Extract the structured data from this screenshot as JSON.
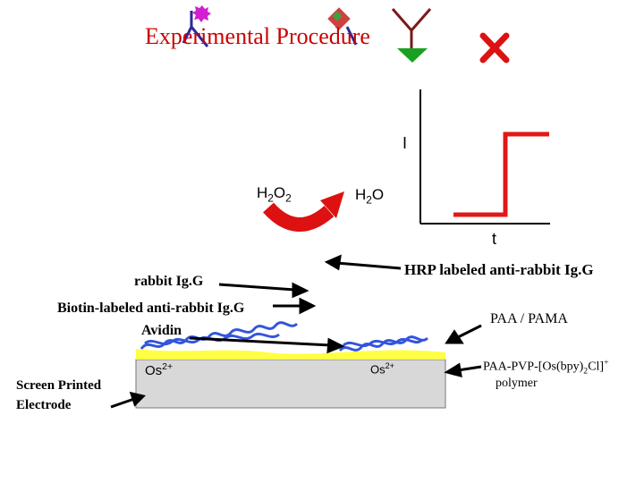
{
  "title": "Experimental Procedure",
  "graph": {
    "y_axis_label": "I",
    "x_axis_label": "t"
  },
  "reaction": {
    "reactant": "H",
    "reactant_sub": "2",
    "reactant_o": "O",
    "reactant_sub2": "2",
    "product": "H",
    "product_sub": "2",
    "product_o": "O"
  },
  "labels": {
    "hrp": "HRP labeled anti-rabbit Ig.G",
    "rabbit_igg": "rabbit Ig.G",
    "biotin": "Biotin-labeled anti-rabbit Ig.G",
    "avidin": "Avidin",
    "paa_pama": "PAA / PAMA",
    "polymer_prefix": "PAA-PVP-[Os(bpy)",
    "polymer_sub": "2",
    "polymer_mid": "Cl]",
    "polymer_sup": "+",
    "polymer_line2": "polymer",
    "electrode_line1": "Screen Printed",
    "electrode_line2": "Electrode",
    "os_left": "Os",
    "os_left_sup": "2+",
    "os_right": "Os",
    "os_right_sup": "2+"
  },
  "colors": {
    "title": "#cc0000",
    "graph_trace": "#e01818",
    "electrode": "#d8d8d8",
    "yellow_layer": "#ffff44",
    "polymer": "#3355dd"
  }
}
